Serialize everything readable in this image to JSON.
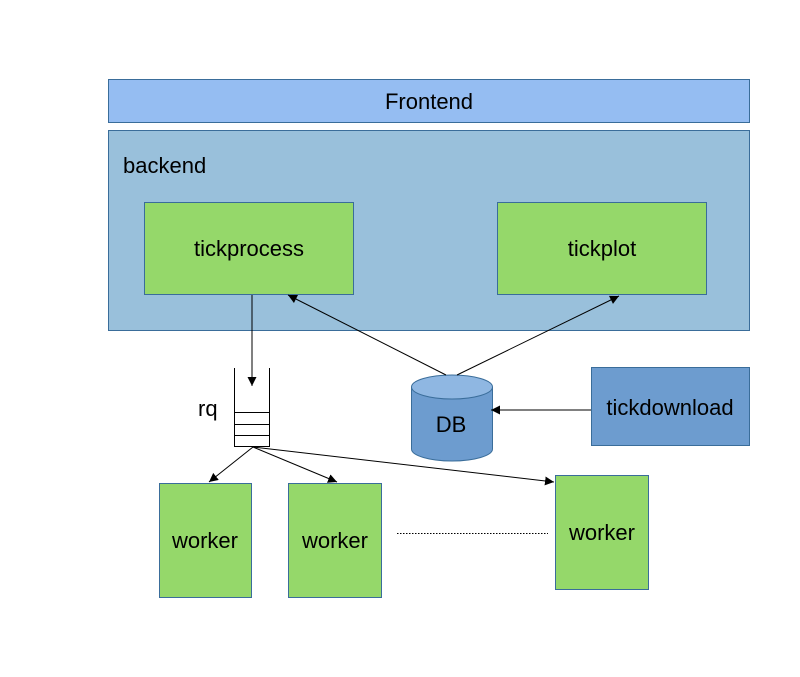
{
  "diagram": {
    "nodes": {
      "frontend": "Frontend",
      "backend": "backend",
      "tickprocess": "tickprocess",
      "tickplot": "tickplot",
      "queue": "rq",
      "db": "DB",
      "tickdownload": "tickdownload",
      "worker_1": "worker",
      "worker_2": "worker",
      "worker_3": "worker"
    },
    "colors": {
      "frontend_fill": "#95bdf2",
      "backend_fill": "#99c0db",
      "component_fill": "#95d86a",
      "db_fill": "#6d9ccf",
      "tickdownload_fill": "#6d9ccf",
      "stroke": "#3a6d9a"
    },
    "edges": [
      {
        "from": "tickprocess",
        "to": "rq"
      },
      {
        "from": "DB",
        "to": "tickprocess"
      },
      {
        "from": "DB",
        "to": "tickplot"
      },
      {
        "from": "tickdownload",
        "to": "DB"
      },
      {
        "from": "rq",
        "to": "worker"
      },
      {
        "from": "rq",
        "to": "worker"
      },
      {
        "from": "rq",
        "to": "worker"
      }
    ]
  }
}
